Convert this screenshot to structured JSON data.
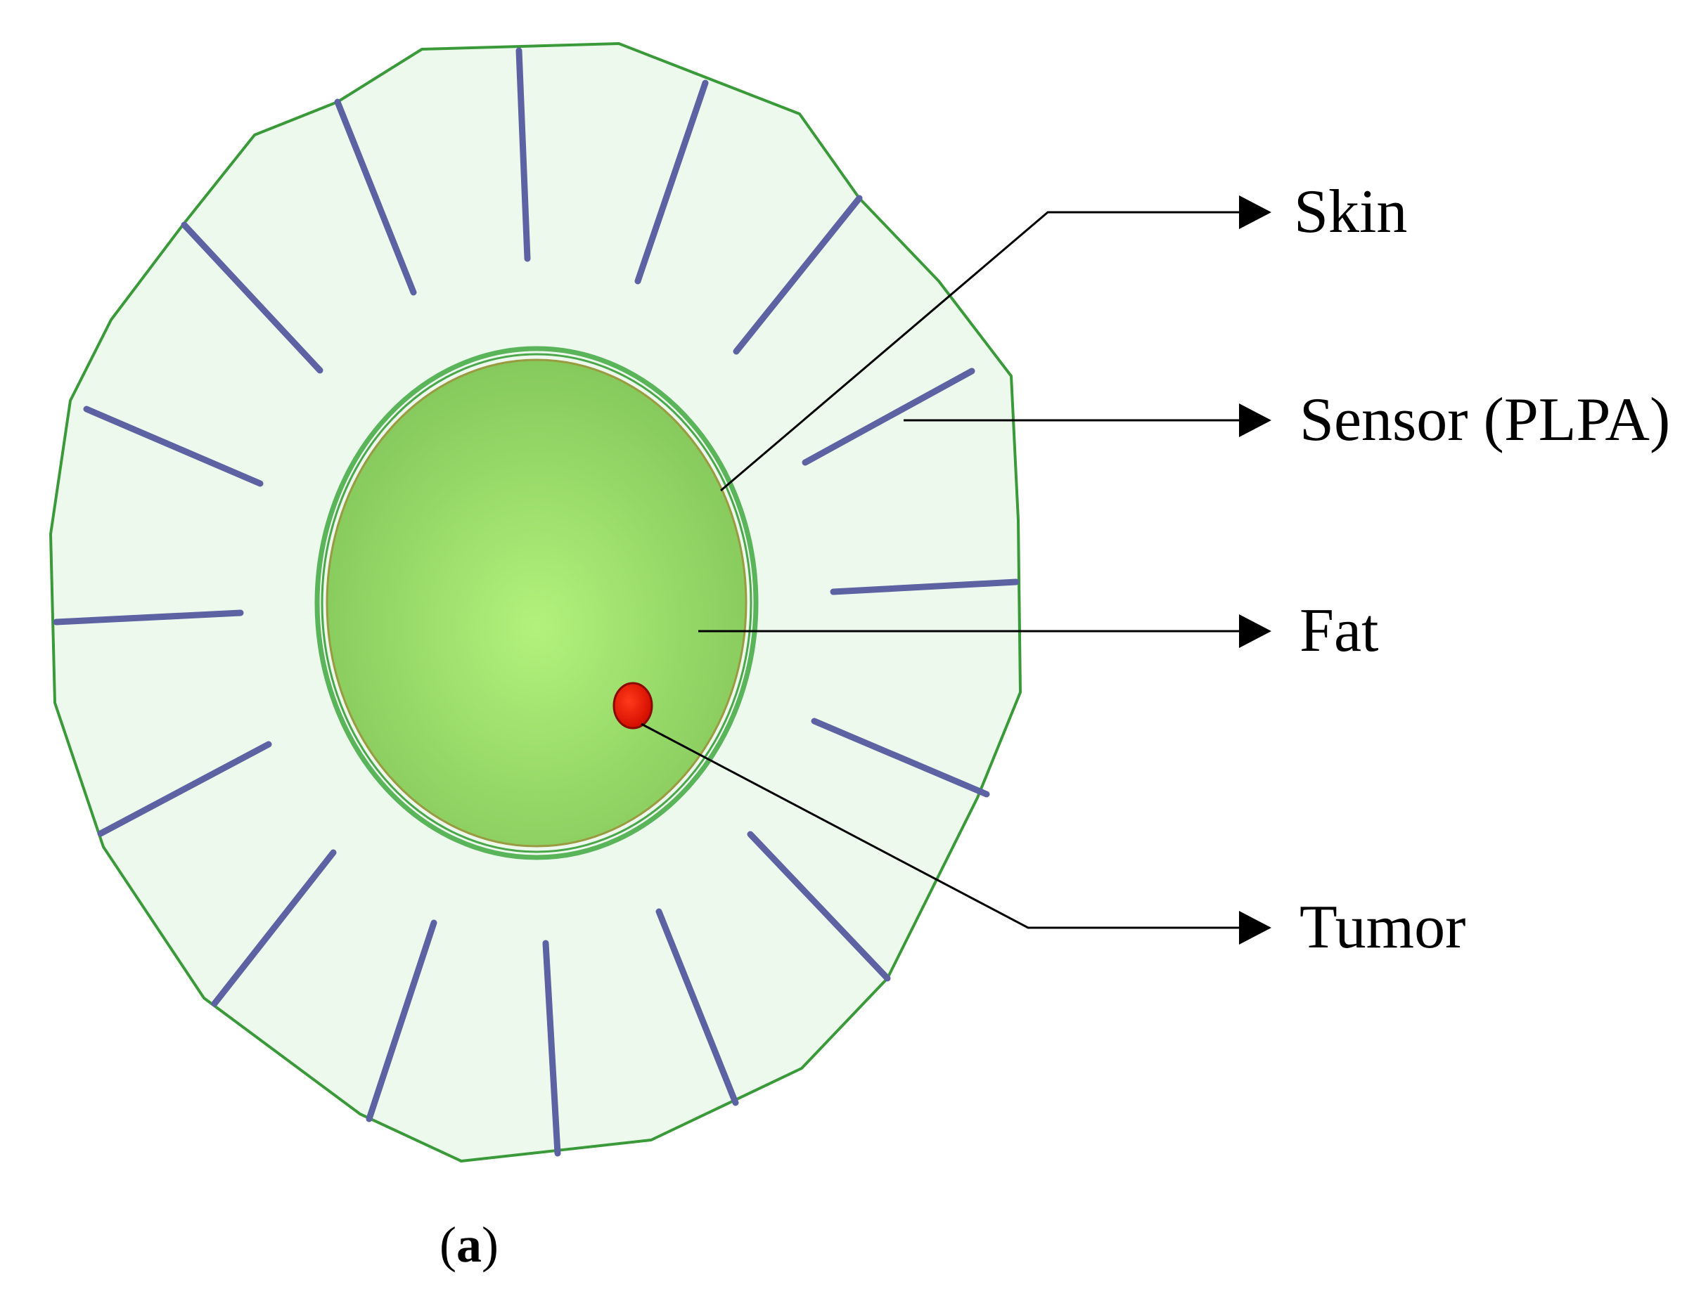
{
  "figure": {
    "caption_letter": "a",
    "caption_open": "(",
    "caption_close": ")"
  },
  "labels": {
    "skin": "Skin",
    "sensor": "Sensor (PLPA)",
    "fat": "Fat",
    "tumor": "Tumor"
  },
  "colors": {
    "outer_fill": "#eef9ee",
    "outer_stroke": "#3a9a3a",
    "skin_stroke": "#5ab55a",
    "fat_core": "#b2f27c",
    "fat_edge": "#86c95c",
    "sensor": "#5c62a2",
    "tumor": "#ee1100",
    "leader": "#000000"
  },
  "sensor_count": 16
}
